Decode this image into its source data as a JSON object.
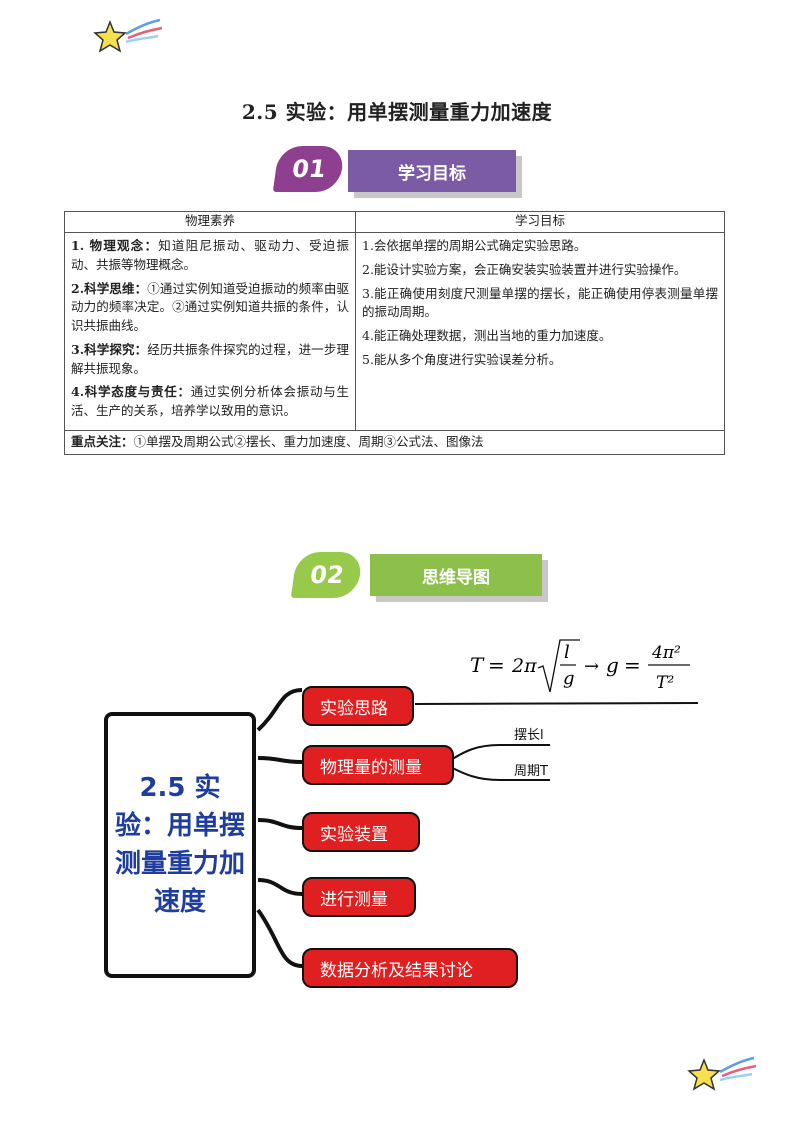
{
  "title": "2.5  实验：用单摆测量重力加速度",
  "section1": {
    "number": "01",
    "label": "学习目标"
  },
  "table": {
    "header_left": "物理素养",
    "header_right": "学习目标",
    "literacy": [
      {
        "head": "1. 物理观念：",
        "text": "知道阻尼振动、驱动力、受迫振动、共振等物理概念。"
      },
      {
        "head": "2.科学思维：",
        "text": "①通过实例知道受迫振动的频率由驱动力的频率决定。②通过实例知道共振的条件，认识共振曲线。"
      },
      {
        "head": "3.科学探究：",
        "text": "经历共振条件探究的过程，进一步理解共振现象。"
      },
      {
        "head": "4.科学态度与责任：",
        "text": "通过实例分析体会振动与生活、生产的关系，培养学以致用的意识。"
      }
    ],
    "goals": [
      "1.会依据单摆的周期公式确定实验思路。",
      "2.能设计实验方案，会正确安装实验装置并进行实验操作。",
      "3.能正确使用刻度尺测量单摆的摆长，能正确使用停表测量单摆的振动周期。",
      "4.能正确处理数据，测出当地的重力加速度。",
      "5.能从多个角度进行实验误差分析。"
    ],
    "focus_head": "重点关注：",
    "focus_text": "①单摆及周期公式②摆长、重力加速度、周期③公式法、图像法"
  },
  "section2": {
    "number": "02",
    "label": "思维导图"
  },
  "mindmap": {
    "main": "2.5 实验：用单摆测量重力加速度",
    "branches": [
      "实验思路",
      "物理量的测量",
      "实验装置",
      "进行测量",
      "数据分析及结果讨论"
    ],
    "leaves": [
      "摆长l",
      "周期T"
    ],
    "formula": {
      "lhs": "T",
      "two_pi": "2π",
      "l": "l",
      "g": "g",
      "arrow": "→",
      "g2": "g",
      "num": "4π²",
      "den": "T²"
    }
  },
  "colors": {
    "section1_badge": "#8e3f8f",
    "section1_bar": "#7b5aa6",
    "section2_badge": "#97c94a",
    "section2_bar": "#8cc04a",
    "branch": "#e02020",
    "main_text": "#1f3d9c"
  }
}
